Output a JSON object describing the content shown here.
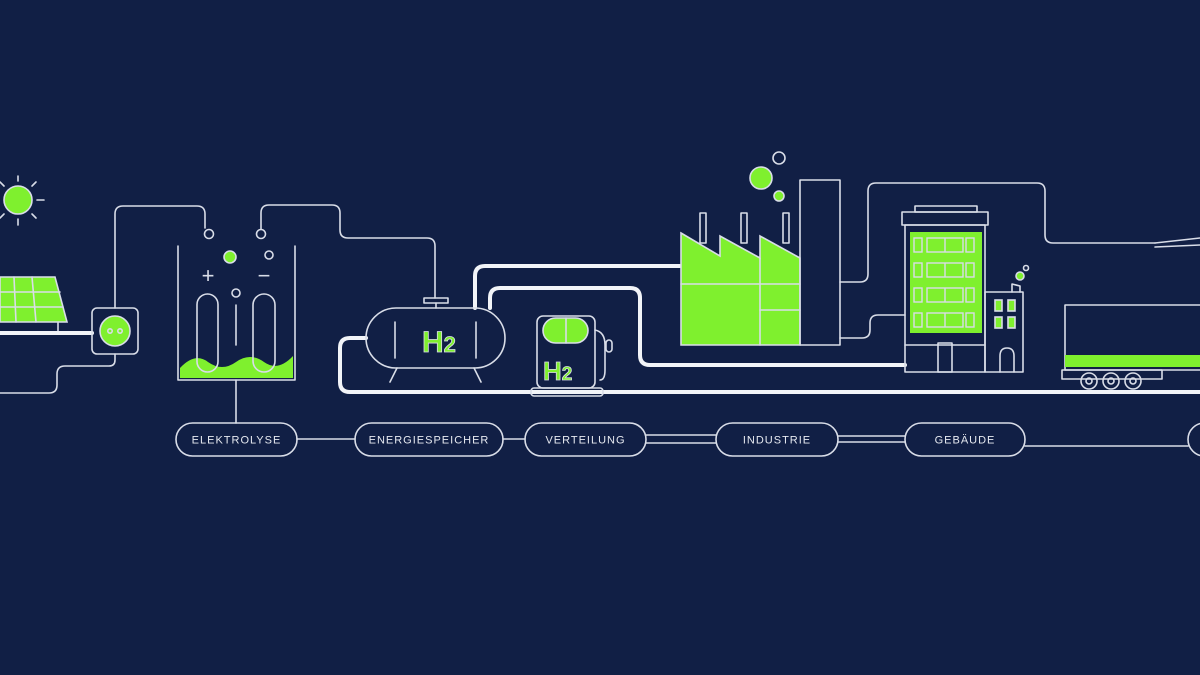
{
  "colors": {
    "background": "#111f45",
    "accent": "#7ff02e",
    "line": "#d9dde8"
  },
  "stages": [
    {
      "label": "ELEKTROLYSE"
    },
    {
      "label": "ENERGIESPEICHER"
    },
    {
      "label": "VERTEILUNG"
    },
    {
      "label": "INDUSTRIE"
    },
    {
      "label": "GEBÄUDE"
    }
  ],
  "tank": {
    "symbol_main": "H",
    "symbol_sub": "2"
  },
  "pump": {
    "symbol_main": "H",
    "symbol_sub": "2"
  },
  "electrolyser": {
    "plus": "+",
    "minus": "−"
  }
}
